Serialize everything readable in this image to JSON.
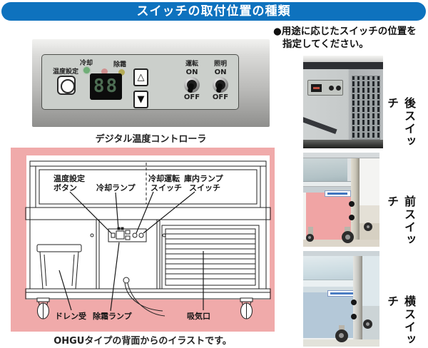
{
  "title": "スイッチの取付位置の種類",
  "note": {
    "line1": "●用途に応じたスイッチの位置を",
    "line2": "指定してください。"
  },
  "controller": {
    "caption": "デジタル温度コントローラ",
    "temp_set_label": "温度設定",
    "led_cooling": "冷却",
    "led_defrost": "除霜",
    "display_value": "88",
    "up_symbol": "△",
    "down_symbol": "▼",
    "sw_run": {
      "label": "運転",
      "on": "ON",
      "off": "OFF"
    },
    "sw_light": {
      "label": "照明",
      "on": "ON",
      "off": "OFF"
    }
  },
  "diagram": {
    "caption": "OHGUタイプの背面からのイラストです。",
    "callouts": {
      "temp_button_l1": "温度設定",
      "temp_button_l2": "ボタン",
      "cooling_lamp": "冷却ランプ",
      "cooling_switch_l1": "冷却運転",
      "cooling_switch_l2": "スイッチ",
      "lamp_switch_l1": "庫内ランプ",
      "lamp_switch_l2": "スイッチ",
      "drain_pan": "ドレン受",
      "defrost_lamp": "除霜ランプ",
      "intake": "吸気口"
    }
  },
  "positions": [
    {
      "label": "後スイッチ"
    },
    {
      "label": "前スイッチ"
    },
    {
      "label": "横スイッチ"
    }
  ],
  "colors": {
    "title_bg": "#0e72be",
    "diagram_bg": "#f0aaaa",
    "front_panel_pink": "#f0a4a4",
    "side_panel_blue": "#b4c8d8"
  }
}
